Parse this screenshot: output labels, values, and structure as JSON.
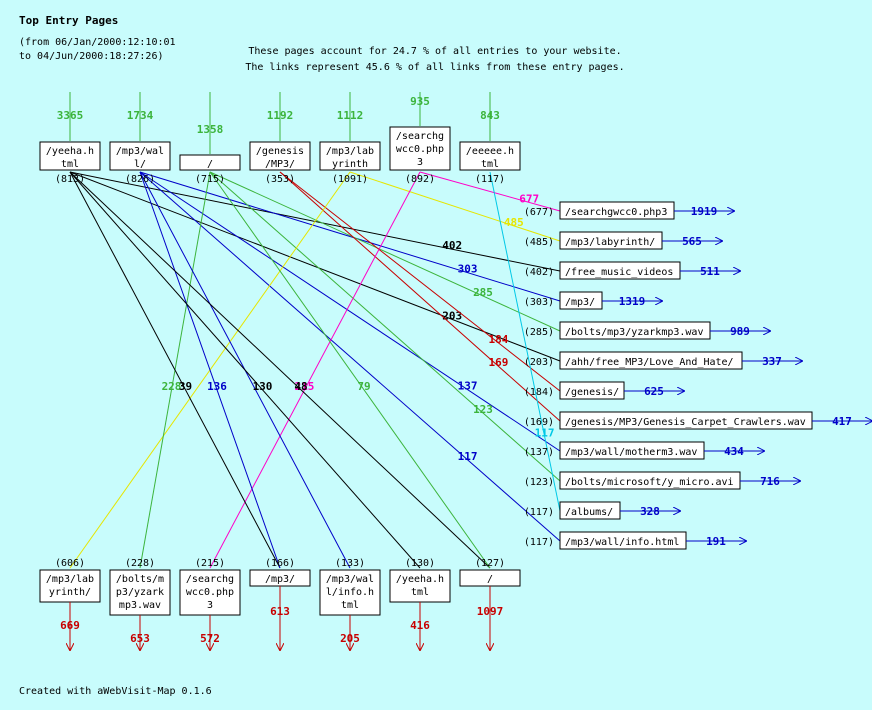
{
  "header": {
    "title": "Top Entry Pages",
    "range_line1": "(from 06/Jan/2000:12:10:01",
    "range_line2": "to 04/Jun/2000:18:27:26)",
    "summary_line1": "These pages account for 24.7 % of all entries to your website.",
    "summary_line2": "The links represent 45.6 % of all links from these entry pages."
  },
  "footer": {
    "credit": "Created with aWebVisit-Map 0.1.6"
  },
  "colors": {
    "background": "#c8fcfc",
    "entry_count": "#3cb43c",
    "exit_count": "#c80000",
    "right_count": "#0000c8"
  },
  "entry_pages": [
    {
      "lines": [
        "/yeeha.h",
        "tml"
      ],
      "views": "(813)",
      "entries": "3365"
    },
    {
      "lines": [
        "/mp3/wal",
        "l/"
      ],
      "views": "(826)",
      "entries": "1734"
    },
    {
      "lines": [
        "/"
      ],
      "views": "(715)",
      "entries": "1358"
    },
    {
      "lines": [
        "/genesis",
        "/MP3/"
      ],
      "views": "(353)",
      "entries": "1192"
    },
    {
      "lines": [
        "/mp3/lab",
        "yrinth"
      ],
      "views": "(1091)",
      "entries": "1112"
    },
    {
      "lines": [
        "/searchg",
        "wcc0.php",
        "3"
      ],
      "views": "(892)",
      "entries": "935"
    },
    {
      "lines": [
        "/eeeee.h",
        "tml"
      ],
      "views": "(117)",
      "entries": "843"
    }
  ],
  "right_pages": [
    {
      "name": "/searchgwcc0.php3",
      "views": "(677)",
      "count": "1919"
    },
    {
      "name": "/mp3/labyrinth/",
      "views": "(485)",
      "count": "565"
    },
    {
      "name": "/free_music_videos",
      "views": "(402)",
      "count": "511"
    },
    {
      "name": "/mp3/",
      "views": "(303)",
      "count": "1319"
    },
    {
      "name": "/bolts/mp3/yzarkmp3.wav",
      "views": "(285)",
      "count": "989"
    },
    {
      "name": "/ahh/free_MP3/Love_And_Hate/",
      "views": "(203)",
      "count": "337"
    },
    {
      "name": "/genesis/",
      "views": "(184)",
      "count": "625"
    },
    {
      "name": "/genesis/MP3/Genesis_Carpet_Crawlers.wav",
      "views": "(169)",
      "count": "417"
    },
    {
      "name": "/mp3/wall/motherm3.wav",
      "views": "(137)",
      "count": "434"
    },
    {
      "name": "/bolts/microsoft/y_micro.avi",
      "views": "(123)",
      "count": "716"
    },
    {
      "name": "/albums/",
      "views": "(117)",
      "count": "328"
    },
    {
      "name": "/mp3/wall/info.html",
      "views": "(117)",
      "count": "191"
    }
  ],
  "bottom_pages": [
    {
      "lines": [
        "/mp3/lab",
        "yrinth/"
      ],
      "views": "(606)",
      "exits": "669"
    },
    {
      "lines": [
        "/bolts/m",
        "p3/yzark",
        "mp3.wav"
      ],
      "views": "(228)",
      "exits": "653"
    },
    {
      "lines": [
        "/searchg",
        "wcc0.php",
        "3"
      ],
      "views": "(215)",
      "exits": "572"
    },
    {
      "lines": [
        "/mp3/"
      ],
      "views": "(166)",
      "exits": "613"
    },
    {
      "lines": [
        "/mp3/wal",
        "l/info.h",
        "tml"
      ],
      "views": "(133)",
      "exits": "205"
    },
    {
      "lines": [
        "/yeeha.h",
        "tml"
      ],
      "views": "(130)",
      "exits": "416"
    },
    {
      "lines": [
        "/"
      ],
      "views": "(127)",
      "exits": "1097"
    }
  ],
  "links": [
    {
      "from": "top.5",
      "to": "right.0",
      "color": "#ff00c8",
      "label": "677"
    },
    {
      "from": "top.4",
      "to": "right.1",
      "color": "#e6e600",
      "label": "485"
    },
    {
      "from": "top.0",
      "to": "right.2",
      "color": "#000000",
      "label": "402"
    },
    {
      "from": "top.1",
      "to": "right.3",
      "color": "#0000c8",
      "label": "303"
    },
    {
      "from": "top.2",
      "to": "right.4",
      "color": "#3cb43c",
      "label": "285"
    },
    {
      "from": "top.0",
      "to": "right.5",
      "color": "#000000",
      "label": "203"
    },
    {
      "from": "top.3",
      "to": "right.6",
      "color": "#c80000",
      "label": "184"
    },
    {
      "from": "top.3",
      "to": "right.7",
      "color": "#c80000",
      "label": "169"
    },
    {
      "from": "top.1",
      "to": "right.8",
      "color": "#0000c8",
      "label": "137"
    },
    {
      "from": "top.2",
      "to": "right.9",
      "color": "#3cb43c",
      "label": "123"
    },
    {
      "from": "top.6",
      "to": "right.10",
      "color": "#00c8e6",
      "label": "117"
    },
    {
      "from": "top.1",
      "to": "right.11",
      "color": "#0000c8",
      "label": "117"
    },
    {
      "from": "top.4",
      "to": "bottom.0",
      "color": "#e6e600",
      "label": ""
    },
    {
      "from": "top.2",
      "to": "bottom.1",
      "color": "#3cb43c",
      "label": "228"
    },
    {
      "from": "top.5",
      "to": "bottom.2",
      "color": "#ff00c8",
      "label": "215"
    },
    {
      "from": "top.0",
      "to": "bottom.3",
      "color": "#000000",
      "label": "39"
    },
    {
      "from": "top.1",
      "to": "bottom.3",
      "color": "#0000c8",
      "label": "136"
    },
    {
      "from": "top.1",
      "to": "bottom.4",
      "color": "#0000c8",
      "label": ""
    },
    {
      "from": "top.0",
      "to": "bottom.5",
      "color": "#000000",
      "label": "130"
    },
    {
      "from": "top.0",
      "to": "bottom.6",
      "color": "#000000",
      "label": "48"
    },
    {
      "from": "top.2",
      "to": "bottom.6",
      "color": "#3cb43c",
      "label": "79"
    }
  ]
}
